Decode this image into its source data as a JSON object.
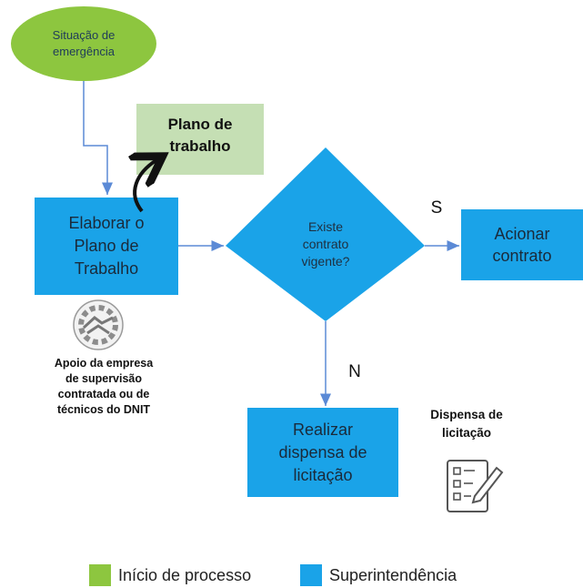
{
  "nodes": {
    "start": "Situação de\nemergência",
    "plan_doc": "Plano de\ntrabalho",
    "elaborate": "Elaborar o\nPlano de\nTrabalho",
    "decision": "Existe\ncontrato\nvigente?",
    "activate": "Acionar\ncontrato",
    "dispense": "Realizar\ndispensa de\nlicitação"
  },
  "edge_labels": {
    "yes": "S",
    "no": "N"
  },
  "annotations": {
    "support": "Apoio da empresa\nde supervisão\ncontratada ou de\ntécnicos do DNIT",
    "dispense_note": "Dispensa de\nlicitação"
  },
  "icons": {
    "support": "handshake-icon",
    "dispense": "checklist-icon"
  },
  "legend": [
    {
      "label": "Início de processo",
      "color": "#8dc63f"
    },
    {
      "label": "Superintendência",
      "color": "#1aa3e8"
    }
  ],
  "colors": {
    "start": "#8dc63f",
    "plan_doc": "#c5dfb4",
    "process": "#1aa3e8",
    "arrow": "#5b8ad6"
  }
}
